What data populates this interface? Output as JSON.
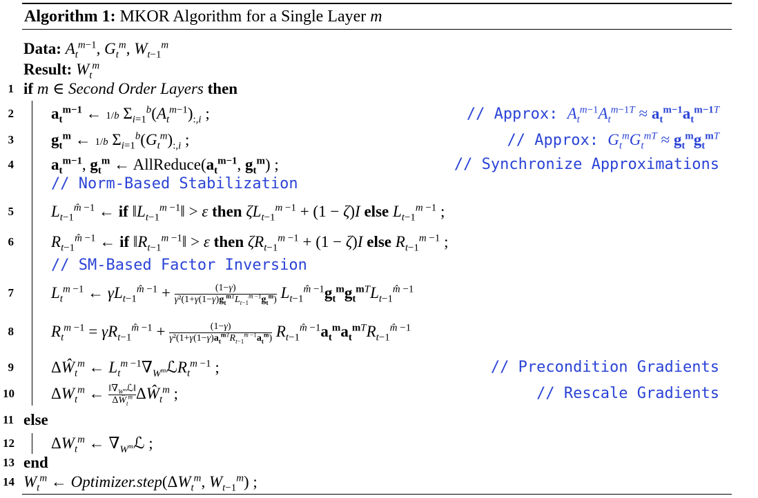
{
  "title": {
    "label": "Algorithm 1:",
    "text": "MKOR Algorithm for a Single Layer m"
  },
  "io": {
    "data_label": "Data:",
    "data_value": "A_t^{m-1}, G_t^m, W_{t-1}^m",
    "result_label": "Result:",
    "result_value": "W_t^m"
  },
  "lines": [
    {
      "num": "1",
      "code": "if m ∈ Second Order Layers then",
      "comment": ""
    },
    {
      "num": "2",
      "code": "a_t^{m-1} ← (1/b) Σ_{i=1}^{b} (A_t^{m-1})_{:,i} ;",
      "comment": "// Approx:  A_t^{m-1} A_t^{m-1 T} ≈ a_t^{m-1} a_t^{m-1 T}"
    },
    {
      "num": "3",
      "code": "g_t^m ← (1/b) Σ_{i=1}^{b} (G_t^m)_{:,i} ;",
      "comment": "// Approx:  G_t^m G_t^{m T} ≈ g_t^m g_t^{m T}"
    },
    {
      "num": "4",
      "code": "a_t^{m-1}, g_t^m ← AllReduce(a_t^{m-1}, g_t^m) ;",
      "comment": "// Synchronize Approximations"
    },
    {
      "num": "",
      "code": "",
      "comment": "// Norm-Based Stabilization"
    },
    {
      "num": "5",
      "code": "L̂_{t-1}^{m -1} ← if ||L_{t-1}^{m -1}|| > ε then ζ L_{t-1}^{m -1} + (1 − ζ) I else L_{t-1}^{m -1} ;",
      "comment": ""
    },
    {
      "num": "6",
      "code": "R̂_{t-1}^{m -1} ← if ||R_{t-1}^{m -1}|| > ε then ζ R_{t-1}^{m -1} + (1 − ζ) I else R_{t-1}^{m -1} ;",
      "comment": ""
    },
    {
      "num": "",
      "code": "",
      "comment": "// SM-Based Factor Inversion"
    },
    {
      "num": "7",
      "code": "L_t^{m -1} ← γ L̂_{t-1}^{m -1} + (1−γ) / (γ²(1+γ(1−γ) g_t^{m T} L̂_{t-1}^{m -1} g_t^m)) · L̂_{t-1}^{m -1} g_t^m g_t^{m T} L̂_{t-1}^{m -1}",
      "comment": ""
    },
    {
      "num": "8",
      "code": "R_t^{m -1} = γ R̂_{t-1}^{m -1} + (1−γ) / (γ²(1+γ(1−γ) a_t^{m T} R̂_{t-1}^{m -1} a_t^m)) · R̂_{t-1}^{m -1} a_t^m a_t^{m T} R̂_{t-1}^{m -1}",
      "comment": ""
    },
    {
      "num": "9",
      "code": "ΔŴ_t^m ← L_t^{m -1} ∇_{W^m} ℒ R_t^{m -1} ;",
      "comment": "// Precondition Gradients"
    },
    {
      "num": "10",
      "code": "ΔW_t^m ← (||∇_{W^m} ℒ|| / ΔŴ_t^m) ΔŴ_t^m ;",
      "comment": "// Rescale Gradients"
    },
    {
      "num": "11",
      "code": "else",
      "comment": ""
    },
    {
      "num": "12",
      "code": "ΔW_t^m ← ∇_{W^m} ℒ ;",
      "comment": ""
    },
    {
      "num": "13",
      "code": "end",
      "comment": ""
    },
    {
      "num": "14",
      "code": "W_t^m ← Optimizer.step(ΔW_t^m, W_{t-1}^m) ;",
      "comment": ""
    }
  ]
}
